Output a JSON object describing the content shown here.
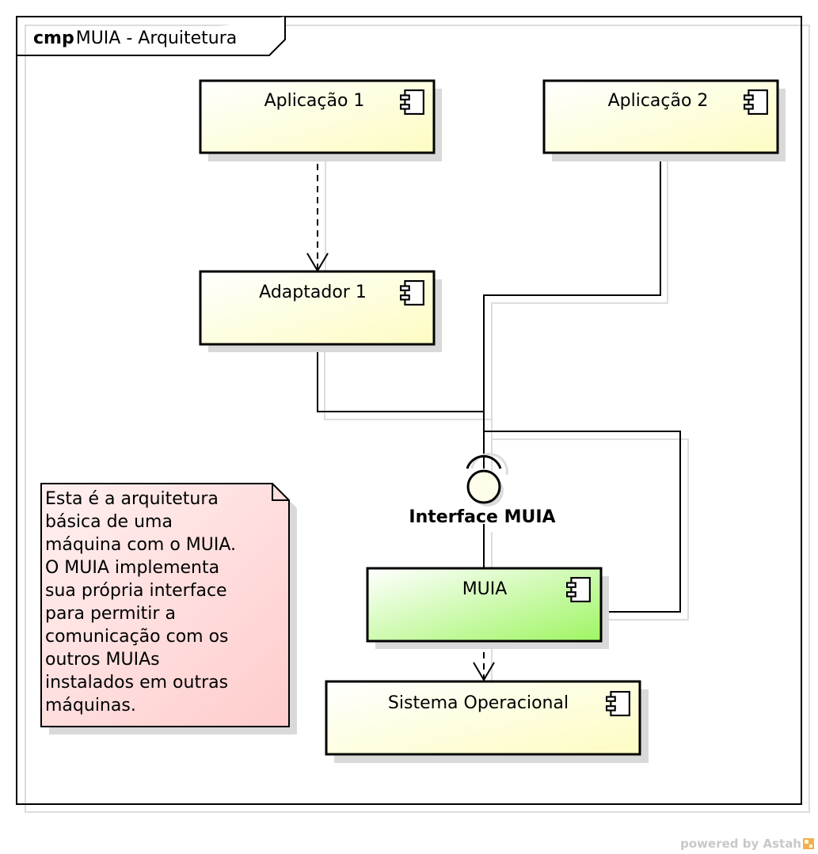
{
  "frame": {
    "keyword": "cmp",
    "title": "MUIA - Arquitetura"
  },
  "components": {
    "app1": "Aplicação 1",
    "app2": "Aplicação 2",
    "adapter1": "Adaptador 1",
    "muia": "MUIA",
    "os": "Sistema Operacional"
  },
  "interface": {
    "label": "Interface MUIA"
  },
  "note": {
    "lines": [
      "Esta é a arquitetura",
      "básica de uma",
      "máquina com o MUIA.",
      "O MUIA implementa",
      "sua própria interface",
      "para permitir a",
      "comunicação com os",
      "outros MUIAs",
      "instalados em outras",
      "máquinas."
    ]
  },
  "footer": {
    "powered": "powered by Astah"
  },
  "colors": {
    "component_fill_start": "#ffffff",
    "component_fill_end": "#fdfcc2",
    "muia_fill_end": "#9ef562",
    "note_fill_start": "#fff0f0",
    "note_fill_end": "#ffcccc",
    "shadow": "#d9d9d9"
  },
  "icons": [
    "component-icon",
    "interface-lollipop-icon",
    "astah-logo-icon"
  ]
}
